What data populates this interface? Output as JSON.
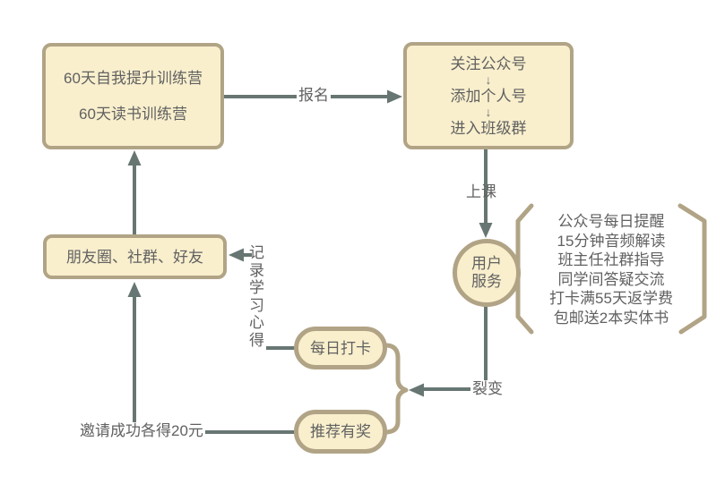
{
  "colors": {
    "background": "#ffffff",
    "node_fill": "#f9efcd",
    "node_border": "#b1a486",
    "connector": "#677673",
    "text": "#616161"
  },
  "nodes": {
    "camp": {
      "line1": "60天自我提升训练营",
      "line2": "60天读书训练营"
    },
    "onboarding": {
      "step1": "关注公众号",
      "step2": "添加个人号",
      "step3": "进入班级群",
      "arrow_symbol": "↓"
    },
    "channels": {
      "label": "朋友圈、社群、好友"
    },
    "service": {
      "line1": "用户",
      "line2": "服务"
    },
    "checkin": {
      "label": "每日打卡"
    },
    "referral": {
      "label": "推荐有奖"
    }
  },
  "edge_labels": {
    "signup": "报名",
    "attend": "上课",
    "fission": "裂变",
    "record_notes": "记录学习心得",
    "invite_reward": "邀请成功各得20元"
  },
  "service_details": {
    "lines": [
      "公众号每日提醒",
      "15分钟音频解读",
      "班主任社群指导",
      "同学间答疑交流",
      "打卡满55天返学费",
      "包邮送2本实体书"
    ]
  }
}
